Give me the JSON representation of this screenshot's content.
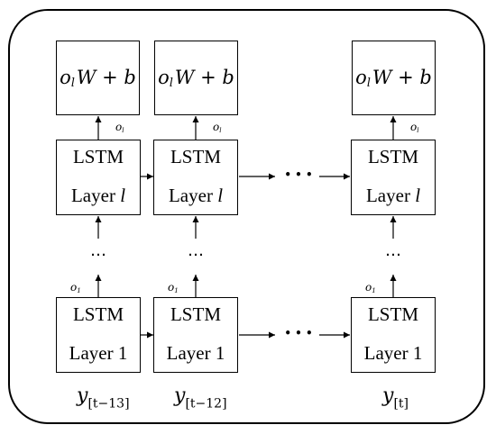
{
  "diagram": {
    "output_formula": {
      "o": "o",
      "sub": "l",
      "rest": "W + b"
    },
    "lstm_label": "LSTM",
    "layer_top_prefix": "Layer ",
    "layer_top_var": "l",
    "layer_bottom": "Layer 1",
    "o_l_label": {
      "base": "o",
      "sub": "l"
    },
    "o_1_label": {
      "base": "o",
      "sub": "1"
    },
    "vertical_ellipsis": "…",
    "horizontal_ellipsis": "• • •",
    "columns": [
      {
        "y_var": "y",
        "y_index": "[t−13]"
      },
      {
        "y_var": "y",
        "y_index": "[t−12]"
      },
      {
        "y_var": "y",
        "y_index": "[t]"
      }
    ]
  }
}
